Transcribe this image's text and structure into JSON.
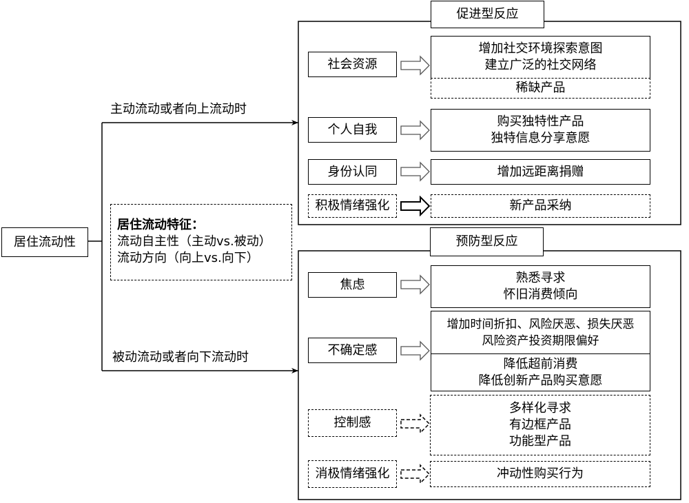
{
  "root": {
    "label": "居住流动性"
  },
  "branches": {
    "upper": "主动流动或者向上流动时",
    "lower": "被动流动或者向下流动时"
  },
  "features": {
    "title": "居住流动特征：",
    "lines": [
      "流动自主性（主动vs.被动）",
      "流动方向（向上vs.向下）"
    ]
  },
  "promotion": {
    "title": "促进型反应",
    "rows": [
      {
        "cause": "社会资源",
        "effects": [
          "增加社交环境探索意图",
          "建立广泛的社交网络"
        ],
        "extra": "稀缺产品"
      },
      {
        "cause": "个人自我",
        "effects": [
          "购买独特性产品",
          "独特信息分享意愿"
        ]
      },
      {
        "cause": "身份认同",
        "effects": [
          "增加远距离捐赠"
        ]
      },
      {
        "cause": "积极情绪强化",
        "effects": [
          "新产品采纳"
        ]
      }
    ]
  },
  "prevention": {
    "title": "预防型反应",
    "rows": [
      {
        "cause": "焦虑",
        "effects": [
          "熟悉寻求",
          "怀旧消费倾向"
        ]
      },
      {
        "cause": "不确定感",
        "effects_a": [
          "增加时间折扣、风险厌恶、损失厌恶",
          "风险资产投资期限偏好"
        ],
        "effects_b": [
          "降低超前消费",
          "降低创新产品购买意愿"
        ]
      },
      {
        "cause": "控制感",
        "effects": [
          "多样化寻求",
          "有边框产品",
          "功能型产品"
        ]
      },
      {
        "cause": "消极情绪强化",
        "effects": [
          "冲动性购买行为"
        ]
      }
    ]
  }
}
